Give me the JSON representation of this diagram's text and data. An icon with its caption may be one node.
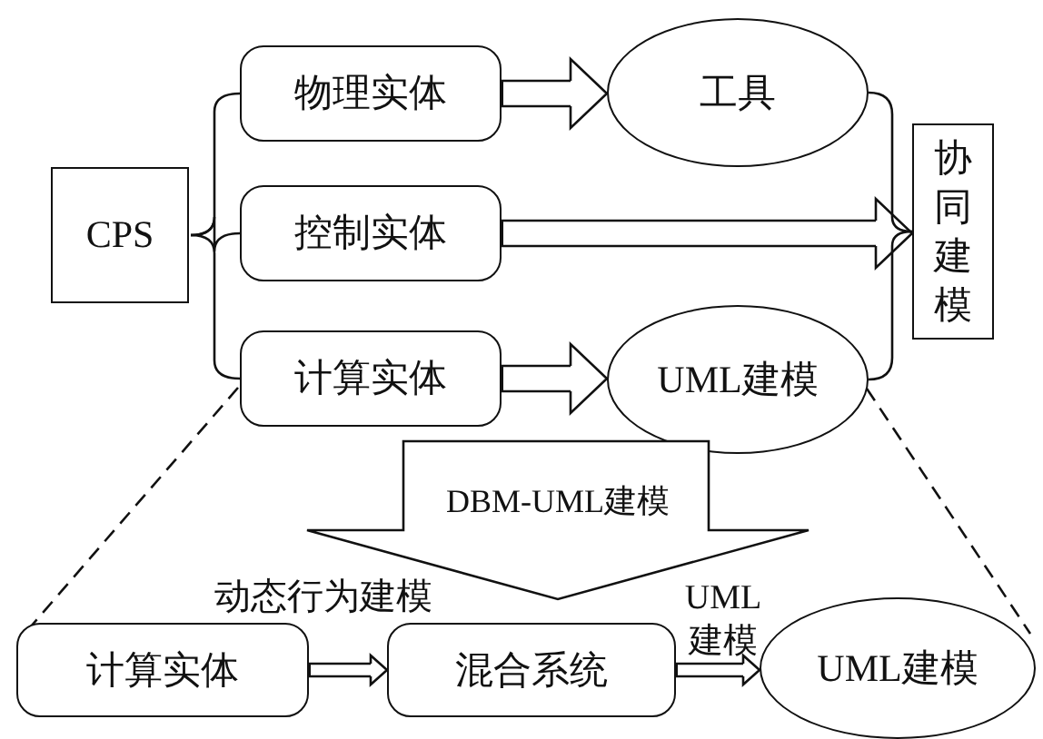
{
  "diagram": {
    "nodes": [
      {
        "text": [
          "CPS"
        ]
      },
      {
        "text": [
          "物理实体"
        ]
      },
      {
        "text": [
          "控制实体"
        ]
      },
      {
        "text": [
          "计算实体"
        ]
      },
      {
        "text": [
          "工具"
        ]
      },
      {
        "text": [
          "UML建模"
        ]
      },
      {
        "text": [
          "协同建模"
        ]
      },
      {
        "text": [
          "DBM-UML建模"
        ]
      },
      {
        "text": [
          "计算实体"
        ]
      },
      {
        "text": [
          "混合系统"
        ]
      },
      {
        "text": [
          "UML建模"
        ]
      }
    ],
    "edges": [
      {
        "from": 0,
        "to": 1,
        "arrow": "none"
      },
      {
        "from": 0,
        "to": 2,
        "arrow": "none"
      },
      {
        "from": 0,
        "to": 3,
        "arrow": "none"
      },
      {
        "from": 1,
        "to": 4,
        "arrow": "to",
        "style": "thick"
      },
      {
        "from": 2,
        "to": 6,
        "arrow": "to",
        "style": "thick"
      },
      {
        "from": 3,
        "to": 5,
        "arrow": "to",
        "style": "thick"
      },
      {
        "from": 4,
        "to": 6,
        "arrow": "none"
      },
      {
        "from": 5,
        "to": 6,
        "arrow": "none"
      },
      {
        "from": 3,
        "to": 8,
        "arrow": "none",
        "style": "dashed"
      },
      {
        "from": 5,
        "to": 10,
        "arrow": "none",
        "style": "dashed"
      },
      {
        "from": 8,
        "to": 9,
        "arrow": "to",
        "style": "thick"
      },
      {
        "from": 9,
        "to": 10,
        "arrow": "to",
        "style": "thick",
        "label": "UML建模"
      }
    ],
    "labels": [
      "动态行为建模"
    ]
  }
}
